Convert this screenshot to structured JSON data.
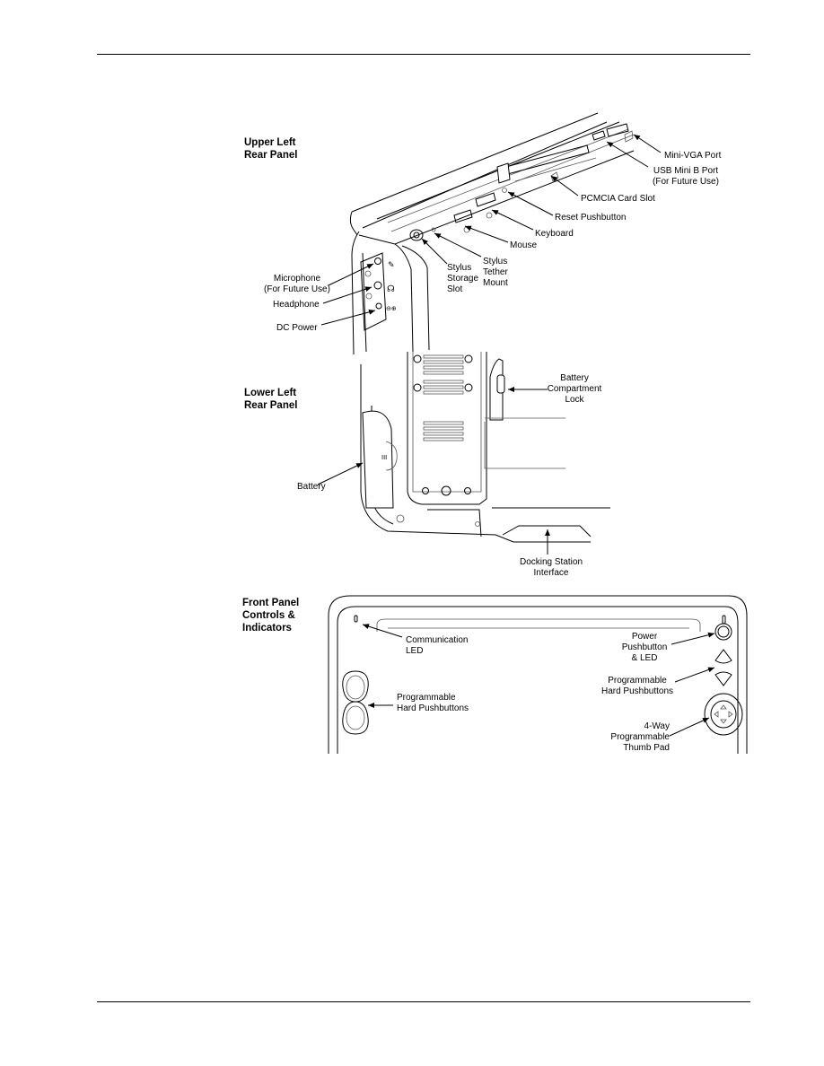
{
  "sections": [
    {
      "heading": "Upper Left\nRear Panel",
      "callouts": [
        {
          "id": "mini-vga-port",
          "text": "Mini-VGA Port"
        },
        {
          "id": "usb-mini-b-port",
          "text": "USB Mini B Port\n(For Future Use)"
        },
        {
          "id": "pcmcia-card-slot",
          "text": "PCMCIA Card Slot"
        },
        {
          "id": "reset-pushbutton",
          "text": "Reset Pushbutton"
        },
        {
          "id": "keyboard",
          "text": "Keyboard"
        },
        {
          "id": "mouse",
          "text": "Mouse"
        },
        {
          "id": "stylus-tether-mount",
          "text": "Stylus\nTether\nMount"
        },
        {
          "id": "stylus-storage-slot",
          "text": "Stylus\nStorage\nSlot"
        },
        {
          "id": "microphone",
          "text": "Microphone\n(For Future Use)"
        },
        {
          "id": "headphone",
          "text": "Headphone"
        },
        {
          "id": "dc-power",
          "text": "DC Power"
        }
      ]
    },
    {
      "heading": "Lower Left\nRear Panel",
      "callouts": [
        {
          "id": "battery-compartment-lock",
          "text": "Battery\nCompartment\nLock"
        },
        {
          "id": "battery",
          "text": "Battery"
        },
        {
          "id": "docking-station-interface",
          "text": "Docking Station\nInterface"
        }
      ]
    },
    {
      "heading": "Front Panel\nControls &\nIndicators",
      "callouts": [
        {
          "id": "communication-led",
          "text": "Communication\nLED"
        },
        {
          "id": "power-pushbutton-led",
          "text": "Power\nPushbutton\n& LED"
        },
        {
          "id": "programmable-hard-pushbuttons-right",
          "text": "Programmable\nHard Pushbuttons"
        },
        {
          "id": "programmable-hard-pushbuttons-left",
          "text": "Programmable\nHard Pushbuttons"
        },
        {
          "id": "four-way-thumb-pad",
          "text": "4-Way\nProgrammable\nThumb Pad"
        }
      ]
    }
  ]
}
